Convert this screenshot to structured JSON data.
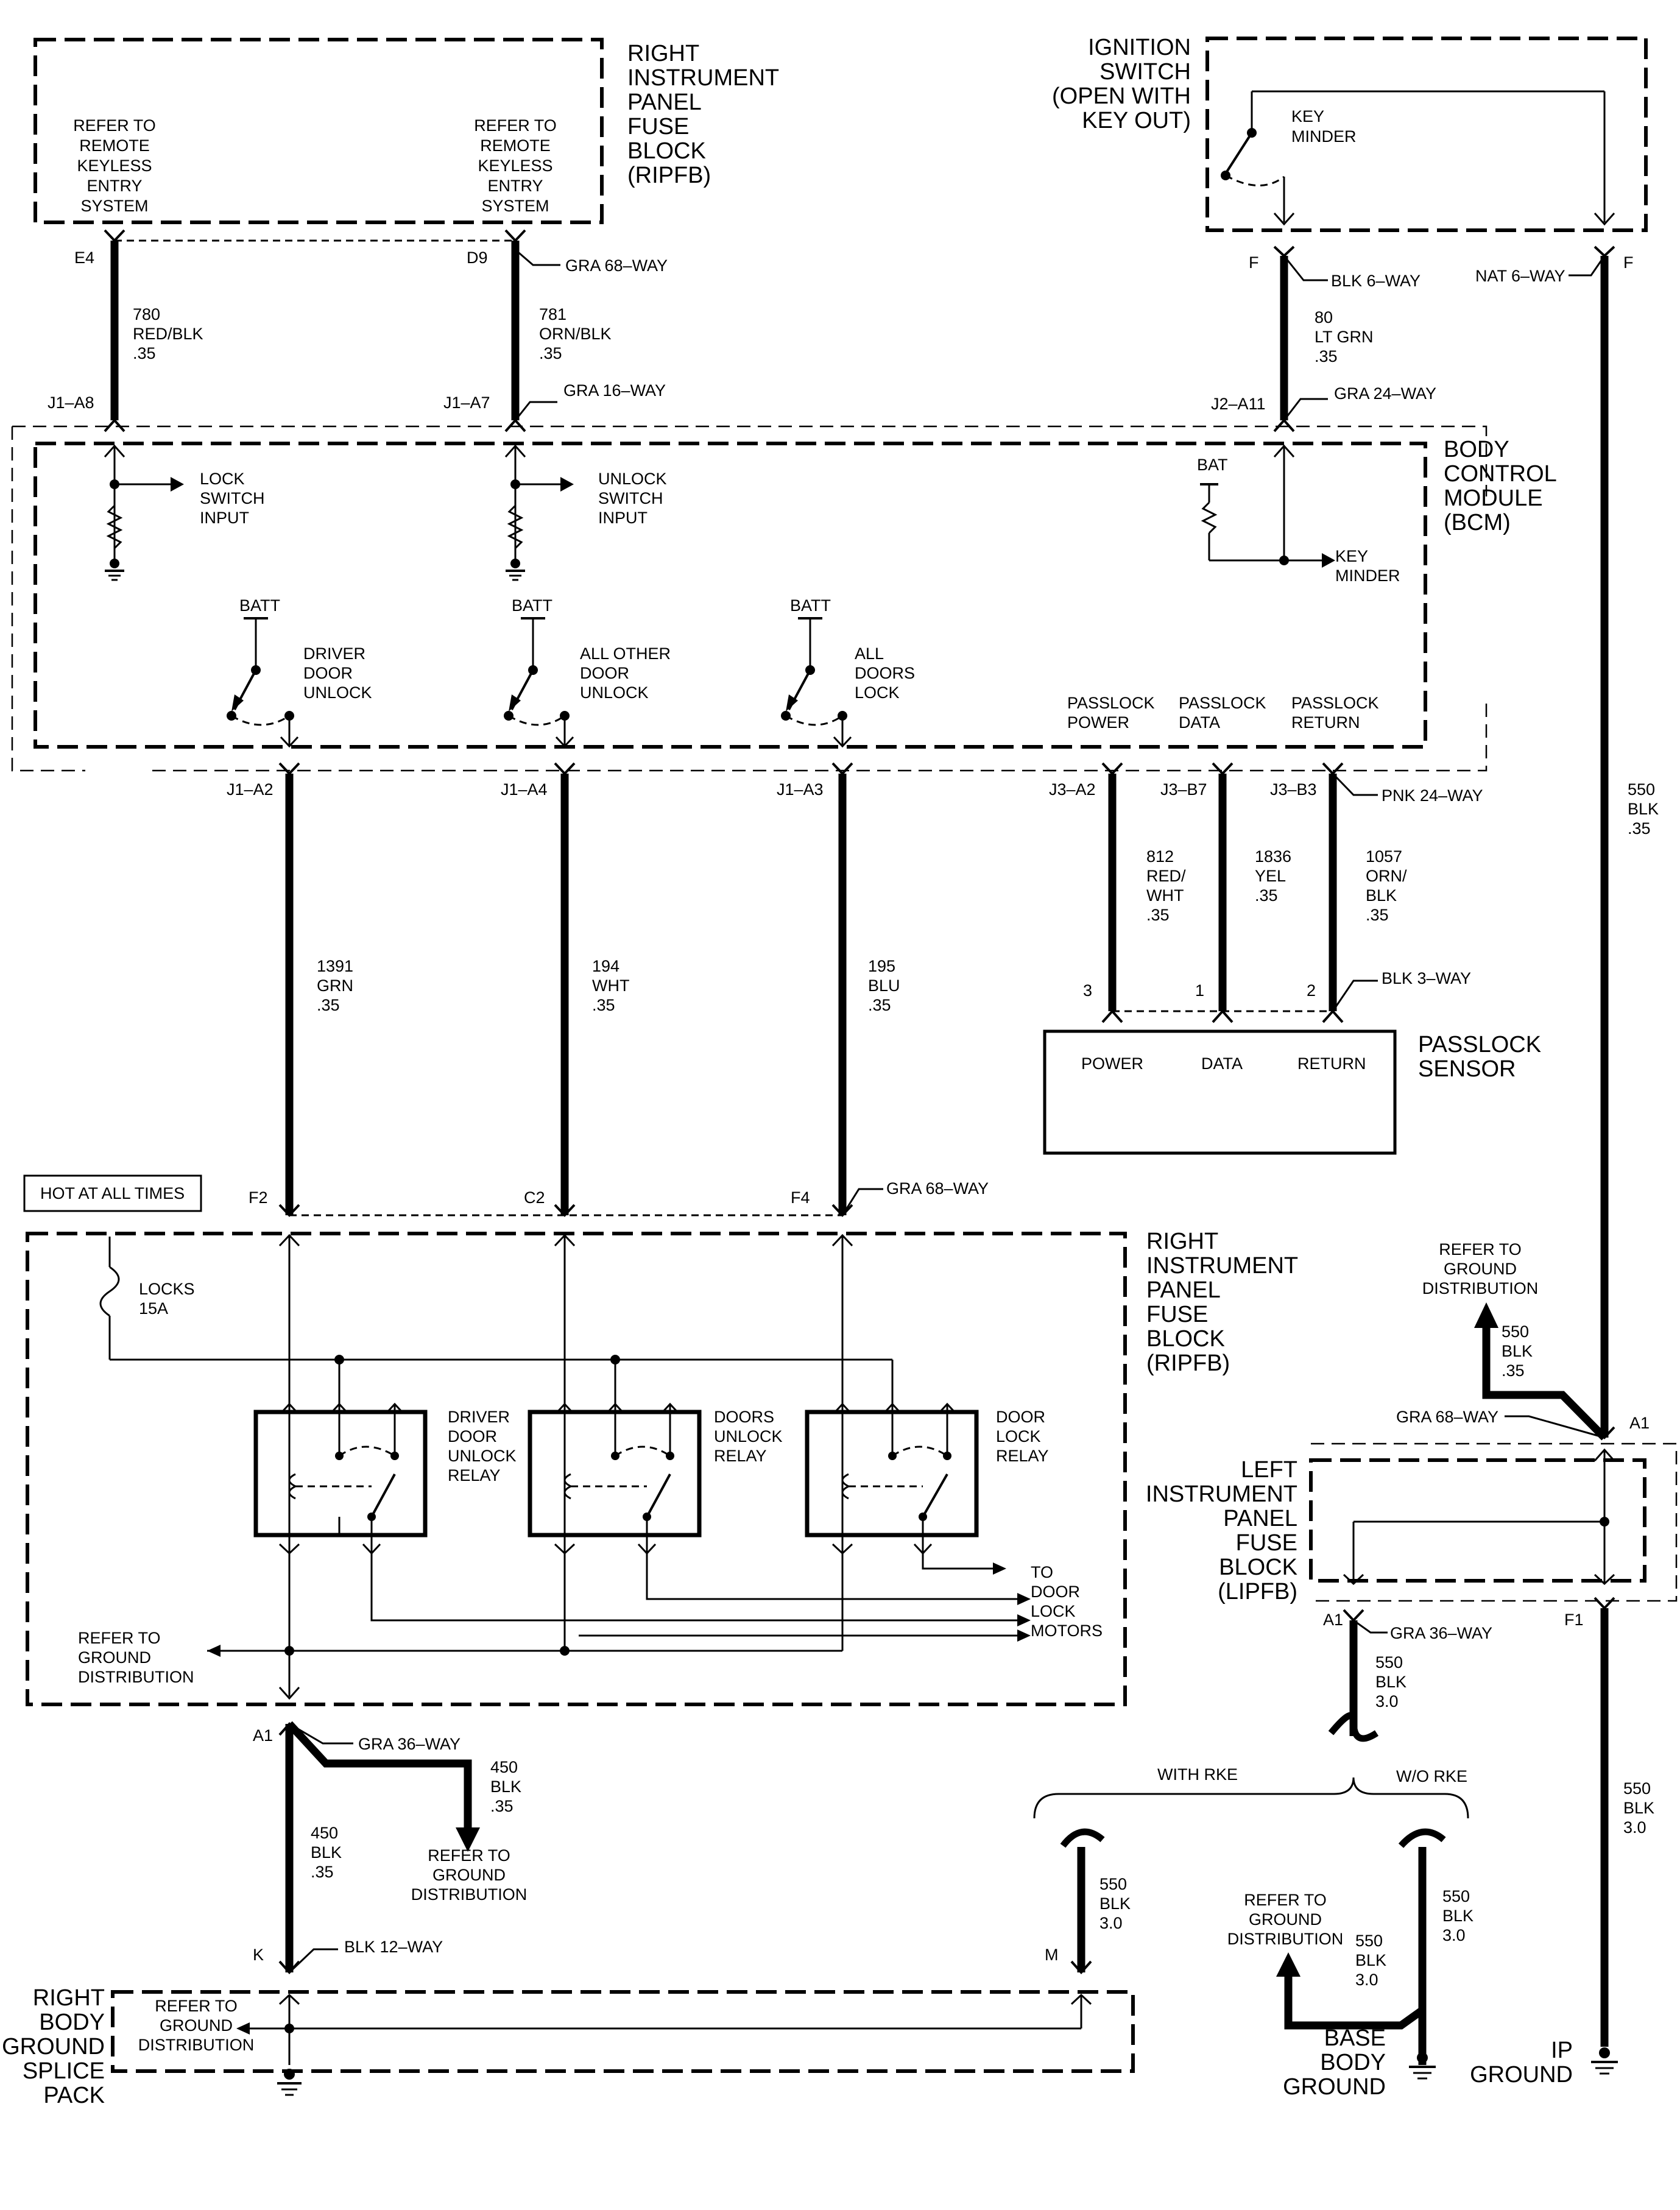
{
  "components": {
    "ripfb_top": {
      "title": [
        "RIGHT",
        "INSTRUMENT",
        "PANEL",
        "FUSE",
        "BLOCK",
        "(RIPFB)"
      ],
      "ref_left": [
        "REFER TO",
        "REMOTE",
        "KEYLESS",
        "ENTRY",
        "SYSTEM"
      ],
      "ref_right": [
        "REFER TO",
        "REMOTE",
        "KEYLESS",
        "ENTRY",
        "SYSTEM"
      ]
    },
    "ignition": {
      "title": [
        "IGNITION",
        "SWITCH",
        "(OPEN WITH",
        "KEY OUT)"
      ],
      "key_minder": [
        "KEY",
        "MINDER"
      ]
    },
    "bcm": {
      "title": [
        "BODY",
        "CONTROL",
        "MODULE",
        "(BCM)"
      ],
      "lock_input": [
        "LOCK",
        "SWITCH",
        "INPUT"
      ],
      "unlock_input": [
        "UNLOCK",
        "SWITCH",
        "INPUT"
      ],
      "bat": "BAT",
      "key_minder": [
        "KEY",
        "MINDER"
      ],
      "batt": "BATT",
      "driver_unlock": [
        "DRIVER",
        "DOOR",
        "UNLOCK"
      ],
      "other_unlock": [
        "ALL OTHER",
        "DOOR",
        "UNLOCK"
      ],
      "doors_lock": [
        "ALL",
        "DOORS",
        "LOCK"
      ],
      "passlock_power": [
        "PASSLOCK",
        "POWER"
      ],
      "passlock_data": [
        "PASSLOCK",
        "DATA"
      ],
      "passlock_return": [
        "PASSLOCK",
        "RETURN"
      ]
    },
    "passlock": {
      "title": [
        "PASSLOCK",
        "SENSOR"
      ],
      "power": "POWER",
      "data": "DATA",
      "return": "RETURN"
    },
    "hot_badge": "HOT AT ALL TIMES",
    "ripfb_mid": {
      "title": [
        "RIGHT",
        "INSTRUMENT",
        "PANEL",
        "FUSE",
        "BLOCK",
        "(RIPFB)"
      ],
      "fuse": [
        "LOCKS",
        "15A"
      ],
      "relay1": [
        "DRIVER",
        "DOOR",
        "UNLOCK",
        "RELAY"
      ],
      "relay2": [
        "DOORS",
        "UNLOCK",
        "RELAY"
      ],
      "relay3": [
        "DOOR",
        "LOCK",
        "RELAY"
      ],
      "to_motors": [
        "TO",
        "DOOR",
        "LOCK",
        "MOTORS"
      ],
      "ground_ref": [
        "REFER TO",
        "GROUND",
        "DISTRIBUTION"
      ]
    },
    "lipfb": {
      "title": [
        "LEFT",
        "INSTRUMENT",
        "PANEL",
        "FUSE",
        "BLOCK",
        "(LIPFB)"
      ]
    },
    "splice": {
      "title": [
        "RIGHT",
        "BODY",
        "GROUND",
        "SPLICE",
        "PACK"
      ],
      "ground_ref": [
        "REFER TO",
        "GROUND",
        "DISTRIBUTION"
      ]
    },
    "base_ground": [
      "BASE",
      "BODY",
      "GROUND"
    ],
    "ip_ground": [
      "IP",
      "GROUND"
    ],
    "with_rke": "WITH RKE",
    "wo_rke": "W/O RKE",
    "gd_right": [
      "REFER TO",
      "GROUND",
      "DISTRIBUTION"
    ],
    "gd_a1": [
      "REFER TO",
      "GROUND",
      "DISTRIBUTION"
    ],
    "gd_base": [
      "REFER TO",
      "GROUND",
      "DISTRIBUTION"
    ]
  },
  "pins": {
    "e4": "E4",
    "d9": "D9",
    "j1a8": "J1–A8",
    "j1a7": "J1–A7",
    "f_ign": "F",
    "f_nat": "F",
    "j2a11": "J2–A11",
    "j1a2": "J1–A2",
    "j1a4": "J1–A4",
    "j1a3": "J1–A3",
    "j3a2": "J3–A2",
    "j3b7": "J3–B7",
    "j3b3": "J3–B3",
    "p3": "3",
    "p1": "1",
    "p2": "2",
    "f2": "F2",
    "c2": "C2",
    "f4": "F4",
    "a1_l": "A1",
    "a1_r": "A1",
    "f1": "F1",
    "a1_m": "A1",
    "k": "K",
    "m": "M"
  },
  "connectors": {
    "gra68_top": "GRA 68–WAY",
    "gra16": "GRA 16–WAY",
    "blk6": "BLK 6–WAY",
    "nat6": "NAT 6–WAY",
    "gra24": "GRA 24–WAY",
    "pnk24": "PNK 24–WAY",
    "blk3": "BLK 3–WAY",
    "gra68_mid": "GRA 68–WAY",
    "gra68_right": "GRA 68–WAY",
    "gra36_right": "GRA 36–WAY",
    "gra36_left": "GRA 36–WAY",
    "blk12": "BLK 12–WAY"
  },
  "wires": {
    "w780": [
      "780",
      "RED/BLK",
      ".35"
    ],
    "w781": [
      "781",
      "ORN/BLK",
      ".35"
    ],
    "w80": [
      "80",
      "LT GRN",
      ".35"
    ],
    "w550_right": [
      "550",
      "BLK",
      ".35"
    ],
    "w1391": [
      "1391",
      "GRN",
      ".35"
    ],
    "w194": [
      "194",
      "WHT",
      ".35"
    ],
    "w195": [
      "195",
      "BLU",
      ".35"
    ],
    "w812": [
      "812",
      "RED/",
      "WHT",
      ".35"
    ],
    "w1836": [
      "1836",
      "YEL",
      ".35"
    ],
    "w1057": [
      "1057",
      "ORN/",
      "BLK",
      ".35"
    ],
    "w550_lipfb_gd": [
      "550",
      "BLK",
      ".35"
    ],
    "w550_a1": [
      "550",
      "BLK",
      "3.0"
    ],
    "w550_f1": [
      "550",
      "BLK",
      "3.0"
    ],
    "w450_gd": [
      "450",
      "BLK",
      ".35"
    ],
    "w450_down": [
      "450",
      "BLK",
      ".35"
    ],
    "w550_m": [
      "550",
      "BLK",
      "3.0"
    ],
    "w550_worke": [
      "550",
      "BLK",
      "3.0"
    ],
    "w550_base": [
      "550",
      "BLK",
      "3.0"
    ]
  },
  "colors": {
    "ink": "#000000",
    "background": "#ffffff"
  }
}
